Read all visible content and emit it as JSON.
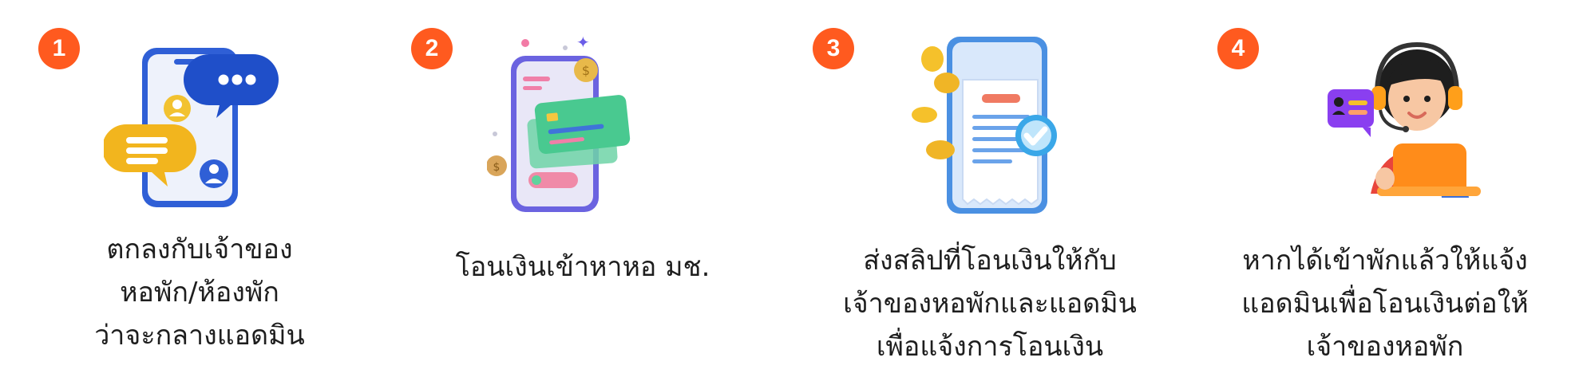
{
  "colors": {
    "badge": "#ff5a1f",
    "text": "#1e1e1e"
  },
  "steps": [
    {
      "number": "1",
      "icon": "phone-chat-icon",
      "lines": [
        "ตกลงกับเจ้าของ",
        "หอพัก/ห้องพัก",
        "ว่าจะกลางแอดมิน"
      ]
    },
    {
      "number": "2",
      "icon": "phone-card-payment-icon",
      "lines": [
        "โอนเงินเข้าหาหอ มช."
      ]
    },
    {
      "number": "3",
      "icon": "receipt-check-icon",
      "lines": [
        "ส่งสลิปที่โอนเงินให้กับ",
        "เจ้าของหอพักและแอดมิน",
        "เพื่อแจ้งการโอนเงิน"
      ]
    },
    {
      "number": "4",
      "icon": "support-agent-icon",
      "lines": [
        "หากได้เข้าพักแล้วให้แจ้ง",
        "แอดมินเพื่อโอนเงินต่อให้",
        "เจ้าของหอพัก"
      ]
    }
  ]
}
